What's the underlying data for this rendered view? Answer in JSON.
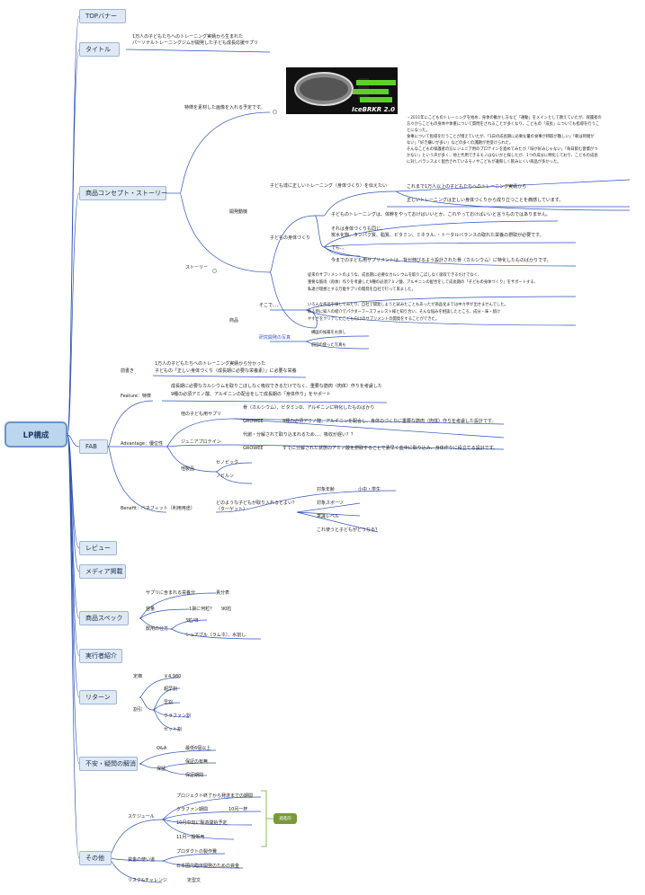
{
  "root": "LP構成",
  "badge": "週進的",
  "image_brand": "IceBRKR 2.0",
  "branches": {
    "top_banner": "TOPバナー",
    "title": "タイトル",
    "concept": "商品コンセプト・ストーリー",
    "fab": "FAB",
    "review": "レビュー",
    "media": "メディア掲載",
    "spec": "商品スペック",
    "person": "実行者紹介",
    "returns": "リターン",
    "worries": "不安・疑問の解消",
    "other": "その他"
  },
  "title_text": [
    "1万人の子どもたちへのトレーニング実績から生まれた",
    "パーソナルトレーニングジムが開発した子ども成長応援サプリ"
  ],
  "concept": {
    "image_note": "特徴を素材した画像を入れる予定です。",
    "story": "ストーリー",
    "reason": "開発動機",
    "reason_a": "子ども達に正しいトレーニング（身体づくり）を伝えたい",
    "reason_a_long": [
      "・2011年にこどものトレーニングを始め、身体の動かし方など「運動」をメインとして教えていたが、保護者の",
      "方々からこどもの身体や体重について質問をされることが多くなり、こどもの「成長」についても指導を行うこ",
      "とになった。",
      "食事について指導を行うことが増えていたが、「1日の成長期に必要な量の食事が摂取が難しい」「朝は時間が",
      "ない」「好き嫌いが多い」などの多くの課題が見受けられた。",
      "そんなこどもの保護者の方にジュニア用のプロテインを進めてみたが「味が好みじゃない」「毎日飲む習慣がつ",
      "かない」という声が多く、他と代用できるモノはないかと探したが、1つの成分に特化しており、こどもの成長",
      "に対しバランスよく配合されているモノやこどもが違和しく飲みにくい商品が多かった。"
    ],
    "reason_a2": "これまで1万人以上の子どもたちへのトレーニング実績から",
    "reason_a3": "正しいトレーニングは正しい身体づくりから成り立つことを痛感しています。",
    "reason_b": "子どもの身体づくり",
    "reason_b1": "子どものトレーニングは、体幹をやっておけばいいとか、これやっておけばいいと言うものではありません。",
    "reason_b2": [
      "それは身体づくりも同じ。",
      "炭水化物、タンパク質、脂質、ビタミン、ミネラル、・トータルバランスの取れた栄養の摂取が必要です。"
    ],
    "reason_b3": "でも、、",
    "reason_b4": "今までの子ども用サプリメントは、背が伸びるよう設計された骨（カルシウム）に特化したものばかりです。",
    "product": "商品",
    "product_a": "そこで、、、",
    "product_a1": [
      "従来のサプリメントのような、成長期に必要なカルシウムを取りこぼしなく吸収できるだけでなく、",
      "重要な筋肉（肉体）作りを考慮した9種の必須アミノ酸、アルギニンの配合をして成長期の「子どもの身体づくり」をサポートする、",
      "私達が理想とする万能サプリの開発を自社で行って来ました。"
    ],
    "product_a2": [
      "いろんな商品を探してみたり、自社で開発しようと試みたこともあったが商品化までは中々手が出せませんでした。",
      "ある時に知人の紹介でパクダーフーズフォレスト様と知り合い、そんな悩みを相談したところ、成分・味・続け",
      "やすさをクリアしたこども向けのサプリメントの開発をすることができた。"
    ],
    "product_b": "研究開発の写真",
    "product_b1": "構図の候補をお渡し",
    "product_b2": "前回の使った写真も"
  },
  "fab": {
    "intro": "前書き",
    "intro_text": [
      "1万人の子どもたちへのトレーニング実績から分かった",
      "子どもの「正しい身体づくり（成長期に必要な栄養素）」に必要な栄養"
    ],
    "feature": "Feature：特徴",
    "feature_text": [
      "成長期に必要なカルシウムを取りこぼしなく吸収できるだけでなく、重要な筋肉（肉体）作りを考慮した",
      "9種の必須アミノ酸、アルギニンの配合をして成長期の「身体作り」をサポート"
    ],
    "advantage": "Advantage：優位性",
    "adv_a": "他の子ども用サプリ",
    "adv_a1": "骨（カルシウム）、ビタミンD、アルギニンに特化したものばかり",
    "adv_a2_tag": "GROWEE",
    "adv_a2": "9種の必須アミノ酸、アルギニンを配合し、身体のづくりに重要な筋肉（肉体）作りを考慮した設計です。",
    "adv_b": "ジュニアプロテイン",
    "adv_b1": "代謝・分解されて取り込まれるため、、、吸収が遅い？？",
    "adv_b2_tag": "GROWEE",
    "adv_b2": "すでに分解された状態のアミノ酸を摂取することで素早く血中に取り込み、身体作りに役立てる設計です。",
    "adv_c": "他製品",
    "adv_c1": "セノビック",
    "adv_c2": "ノビルン",
    "benefit": "Benefit：ベネフィット（利用用途）",
    "benefit_q": [
      "どのような子どもが取り入れるとよい？",
      "（ターゲット）"
    ],
    "benefit_1": "対象年齢",
    "benefit_1v": "小中・学生",
    "benefit_2": "対象スポーツ",
    "benefit_3": "意識レベル",
    "benefit_4": "これ使うと子どもがどうなる？"
  },
  "spec": {
    "s1": "サプリに含まれる栄養分",
    "s1v": "責分表",
    "s2": "容量",
    "s2a": "1袋に何粒？",
    "s2b": "90粒",
    "s3": "飲用の仕方",
    "s3a": "3粒/日",
    "s3b": "シュアブル（ラムネ）、水割し"
  },
  "returns": {
    "r1": "定価",
    "r1v": "￥4,980",
    "r2": "割引",
    "r2a": "超早割",
    "r2b": "早割",
    "r2c": "クラファン割",
    "r2d": "セット割"
  },
  "worries": {
    "w1": "Q&A",
    "w1v": "最低6個以上",
    "w2": "保証",
    "w2a": "保証の有無",
    "w2b": "保証期間"
  },
  "other": {
    "o1": "スケジュール",
    "o1a": "プロジェクト終了から発送までの期間",
    "o1b": "クラファン期間",
    "o1b2": "10月一杯",
    "o1c": "10月中旬に製造開始予定",
    "o1d": "11月一般販売",
    "o2": "資金の使い道",
    "o2a": "プロダクトの製作費",
    "o2b": "日本国内臨床開発のための資金",
    "o3": "リスク&チャレンジ",
    "o3a": "定型文"
  }
}
